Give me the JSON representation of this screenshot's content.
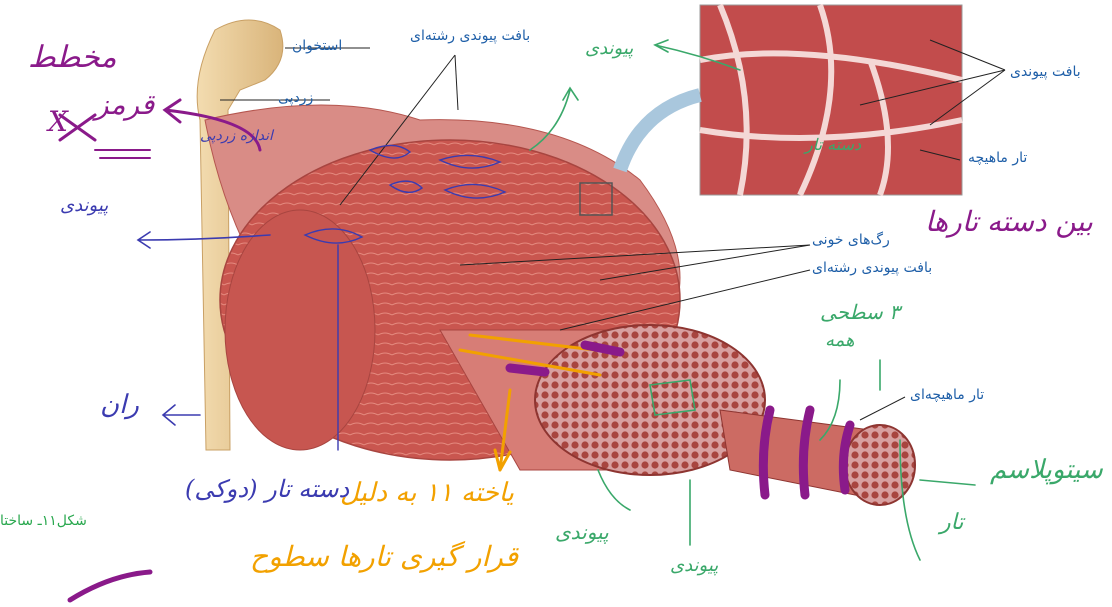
{
  "labels": {
    "bone": "استخوان",
    "tendon": "زردپی",
    "connective_tissue_top": "بافت پیوندی رشته‌ای",
    "connective_tissue_right": "بافت پیوندی",
    "muscle_fiber_top": "تار ماهیچه",
    "blood_vessels": "رگ‌های خونی",
    "connective_tissue_mid": "بافت پیوندی رشته‌ای",
    "muscle_fiber_right": "تار ماهیچه‌ای",
    "caption": "شکل۱۱ـ ساختا"
  },
  "handwriting": {
    "mokhatat": "مخطط",
    "ghermez": "قرمز",
    "x_mark": "X",
    "peyvandi_left": "پیوندی",
    "peyvandi_top": "پیوندی",
    "andazeh": "اندازه زردپی",
    "ran": "ران",
    "dasteh_tar": "دسته تار (دوکی)",
    "bein_dasteh": "بین دسته تارها",
    "hameh": "همه",
    "seh_sathi": "۳ سطحی",
    "sitoplasm": "سیتوپلاسم",
    "peyvandi_bottom1": "پیوندی",
    "peyvandi_bottom2": "پیوندی",
    "dasteh_inside": "دسته تار",
    "orange_line1": "یاخته ۱۱ به دلیل",
    "orange_line2": "قرار گیری تارها سطوح",
    "tar_small": "تار"
  },
  "colors": {
    "label_blue": "#1f5fa8",
    "caption_green": "#2aa84f",
    "muscle_red": "#c8544f",
    "bone": "#e7c98f",
    "pen_blue": "#3b3bb0",
    "pen_green": "#3aa86a",
    "pen_purple": "#8a1a8a",
    "pen_orange": "#f2a100"
  }
}
